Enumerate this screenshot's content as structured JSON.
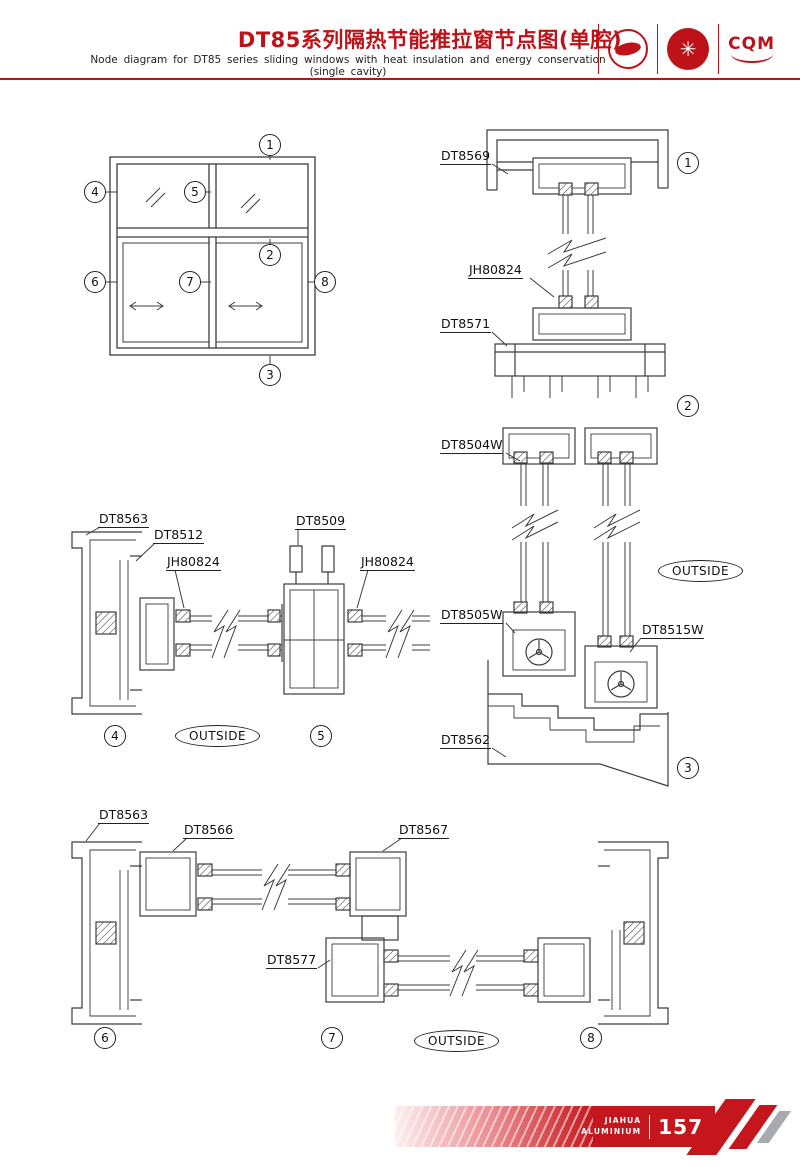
{
  "header": {
    "title_cn": "DT85系列隔热节能推拉窗节点图(单腔)",
    "title_en": "Node diagram for DT85 series sliding windows with heat insulation and energy conservation (single cavity)",
    "cqm": "CQM"
  },
  "labels": {
    "dt8569": "DT8569",
    "jh80824": "JH80824",
    "dt8571": "DT8571",
    "dt8504w": "DT8504W",
    "dt8505w": "DT8505W",
    "dt8515w": "DT8515W",
    "dt8562": "DT8562",
    "dt8563": "DT8563",
    "dt8512": "DT8512",
    "dt8509": "DT8509",
    "dt8566": "DT8566",
    "dt8567": "DT8567",
    "dt8577": "DT8577",
    "outside": "OUTSIDE"
  },
  "callouts": {
    "n1": "1",
    "n2": "2",
    "n3": "3",
    "n4": "4",
    "n5": "5",
    "n6": "6",
    "n7": "7",
    "n8": "8"
  },
  "footer": {
    "brand_line1": "JIAHUA",
    "brand_line2": "ALUMINIUM",
    "page": "157"
  },
  "colors": {
    "accent": "#bd1218",
    "line": "#3c3c3c"
  }
}
